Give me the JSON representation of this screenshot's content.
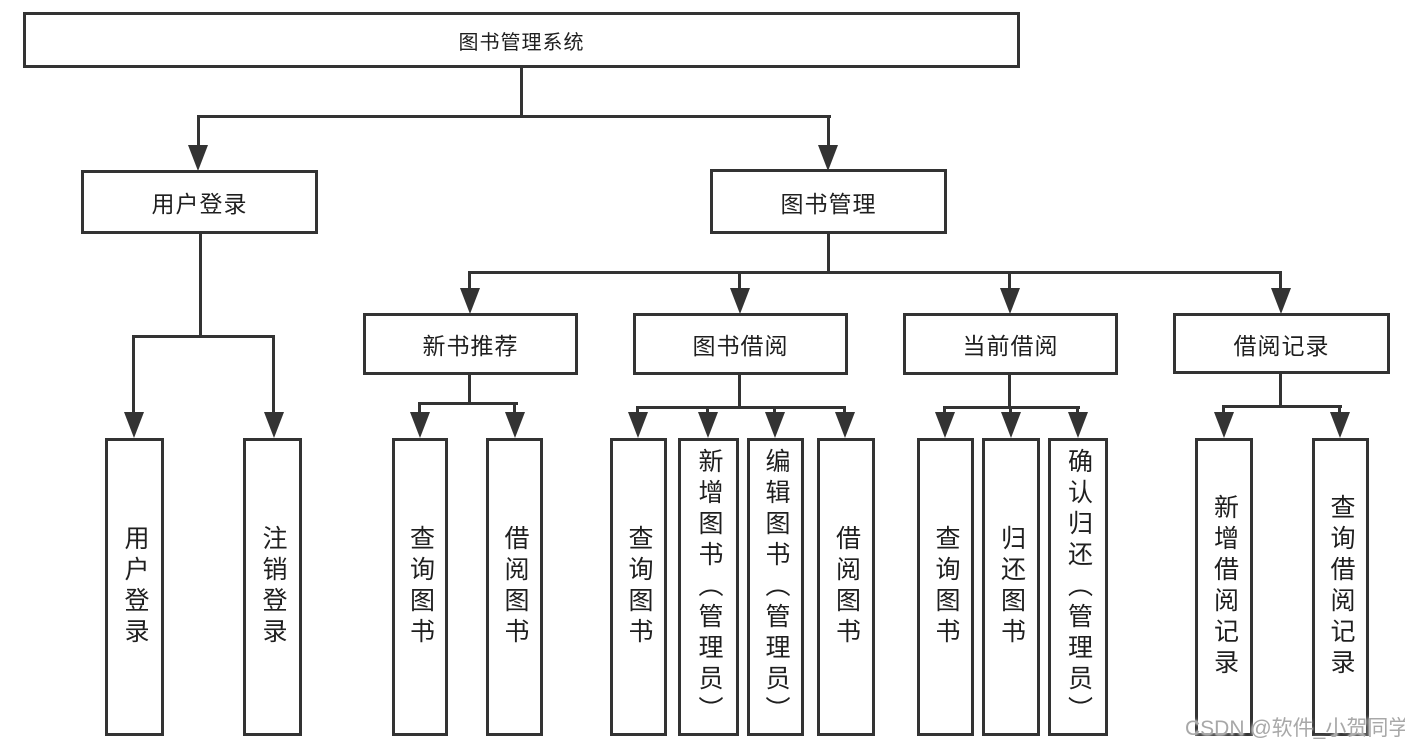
{
  "tree": {
    "root": {
      "label": "图书管理系统",
      "children": [
        {
          "label": "用户登录",
          "children": [
            {
              "label": "用户登录"
            },
            {
              "label": "注销登录"
            }
          ]
        },
        {
          "label": "图书管理",
          "children": [
            {
              "label": "新书推荐",
              "children": [
                {
                  "label": "查询图书"
                },
                {
                  "label": "借阅图书"
                }
              ]
            },
            {
              "label": "图书借阅",
              "children": [
                {
                  "label": "查询图书"
                },
                {
                  "label": "新增图书（管理员）"
                },
                {
                  "label": "编辑图书（管理员）"
                },
                {
                  "label": "借阅图书"
                }
              ]
            },
            {
              "label": "当前借阅",
              "children": [
                {
                  "label": "查询图书"
                },
                {
                  "label": "归还图书"
                },
                {
                  "label": "确认归还（管理员）"
                }
              ]
            },
            {
              "label": "借阅记录",
              "children": [
                {
                  "label": "新增借阅记录"
                },
                {
                  "label": "查询借阅记录"
                }
              ]
            }
          ]
        }
      ]
    }
  },
  "watermark": {
    "text": "CSDN @软件_小贺同学"
  },
  "colors": {
    "line": "#333333",
    "text": "#1f1f1f",
    "background": "#ffffff",
    "watermark": "#a8a8a8"
  }
}
